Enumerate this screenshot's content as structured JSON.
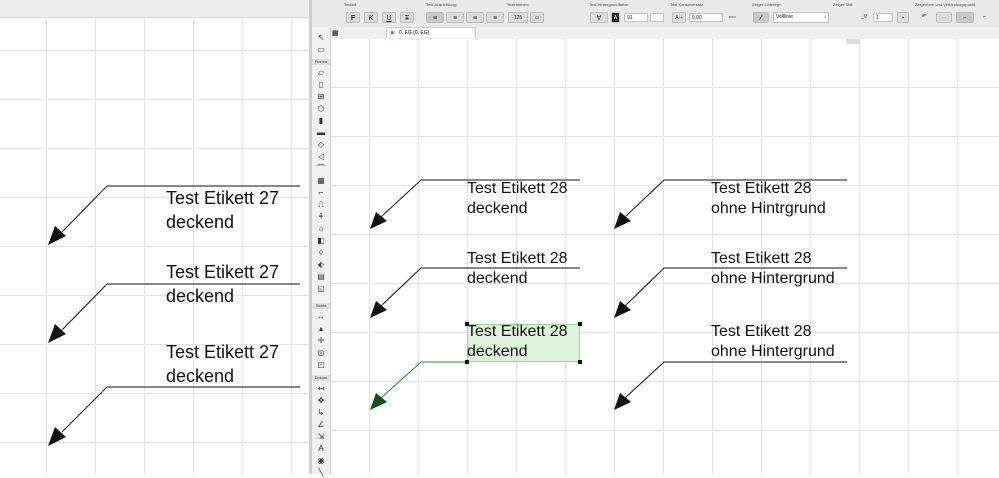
{
  "left_topbar": {
    "units": "mm"
  },
  "infobox": {
    "sections": [
      "Textstil:",
      "Text-Ausrichtung:",
      "Textrahmen:",
      "Text-Hintergrundfarbe:",
      "Text Konturversatz:",
      "Zeiger Linientyp:",
      "Zeiger Stift:",
      "Zeigerform und Verbindungspunkt:"
    ],
    "frame_value": "125",
    "bg_pen": "91",
    "offset_value": "0,00",
    "offset_unit": "mm",
    "linetype": "Volllinie",
    "pen_value": "1",
    "tooltip": "Unterstrichen"
  },
  "tab": {
    "label": "0. EG (0. EG)"
  },
  "toolbox": {
    "sections": [
      "Planun",
      "Sichte",
      "Dokum"
    ]
  },
  "left_labels": [
    {
      "line1": "Test Etikett 27",
      "line2": "deckend"
    },
    {
      "line1": "Test Etikett 27",
      "line2": "deckend"
    },
    {
      "line1": "Test Etikett 27",
      "line2": "deckend"
    }
  ],
  "mid_labels": [
    {
      "line1": "Test Etikett 28",
      "line2": "deckend"
    },
    {
      "line1": "Test Etikett 28",
      "line2": "deckend"
    },
    {
      "line1": "Test Etikett 28",
      "line2": "deckend",
      "selected": true
    }
  ],
  "right_labels": [
    {
      "line1": "Test Etikett 28",
      "line2": "ohne Hintrgrund"
    },
    {
      "line1": "Test Etikett 28",
      "line2": "ohne Hintergrund"
    },
    {
      "line1": "Test Etikett 28",
      "line2": "ohne Hintergrund"
    }
  ],
  "colors": {
    "selection_fill": "#dff3dc",
    "selection_line": "#2a8a2a",
    "leader": "#111111"
  }
}
